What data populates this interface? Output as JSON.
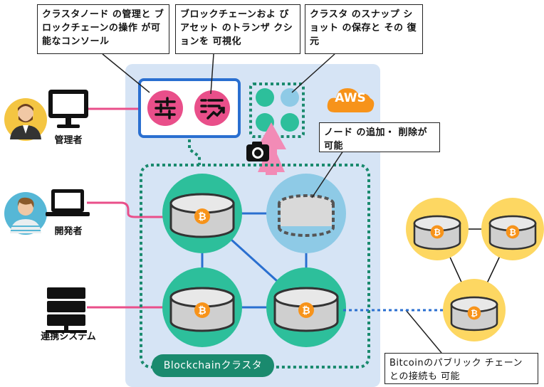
{
  "callouts": {
    "cluster_management": "クラスタノード の管理と ブロックチェーンの操作 が可能なコンソール",
    "visualize": "ブロックチェーンおよ びアセット のトランザ クションを 可視化",
    "snapshot": "クラスタ のスナップ ショット の保存と その 復元",
    "add_remove": "ノード の追加・ 削除が 可能",
    "public_chain": "Bitcoinのパブリック チェーン との接続も 可能"
  },
  "actors": {
    "admin": "管理者",
    "developer": "開発者",
    "system": "連携システム"
  },
  "cloud": "AWS",
  "cluster_label": "Blockchainクラスタ",
  "colors": {
    "cloud_bg": "#d6e4f5",
    "teal": "#2dbf9b",
    "light_blue": "#8ecae6",
    "yellow": "#fdd762",
    "pink": "#e94f8a",
    "blue_line": "#2a6fd0",
    "dark_green": "#1a8a6e",
    "bitcoin": "#f7931a"
  }
}
